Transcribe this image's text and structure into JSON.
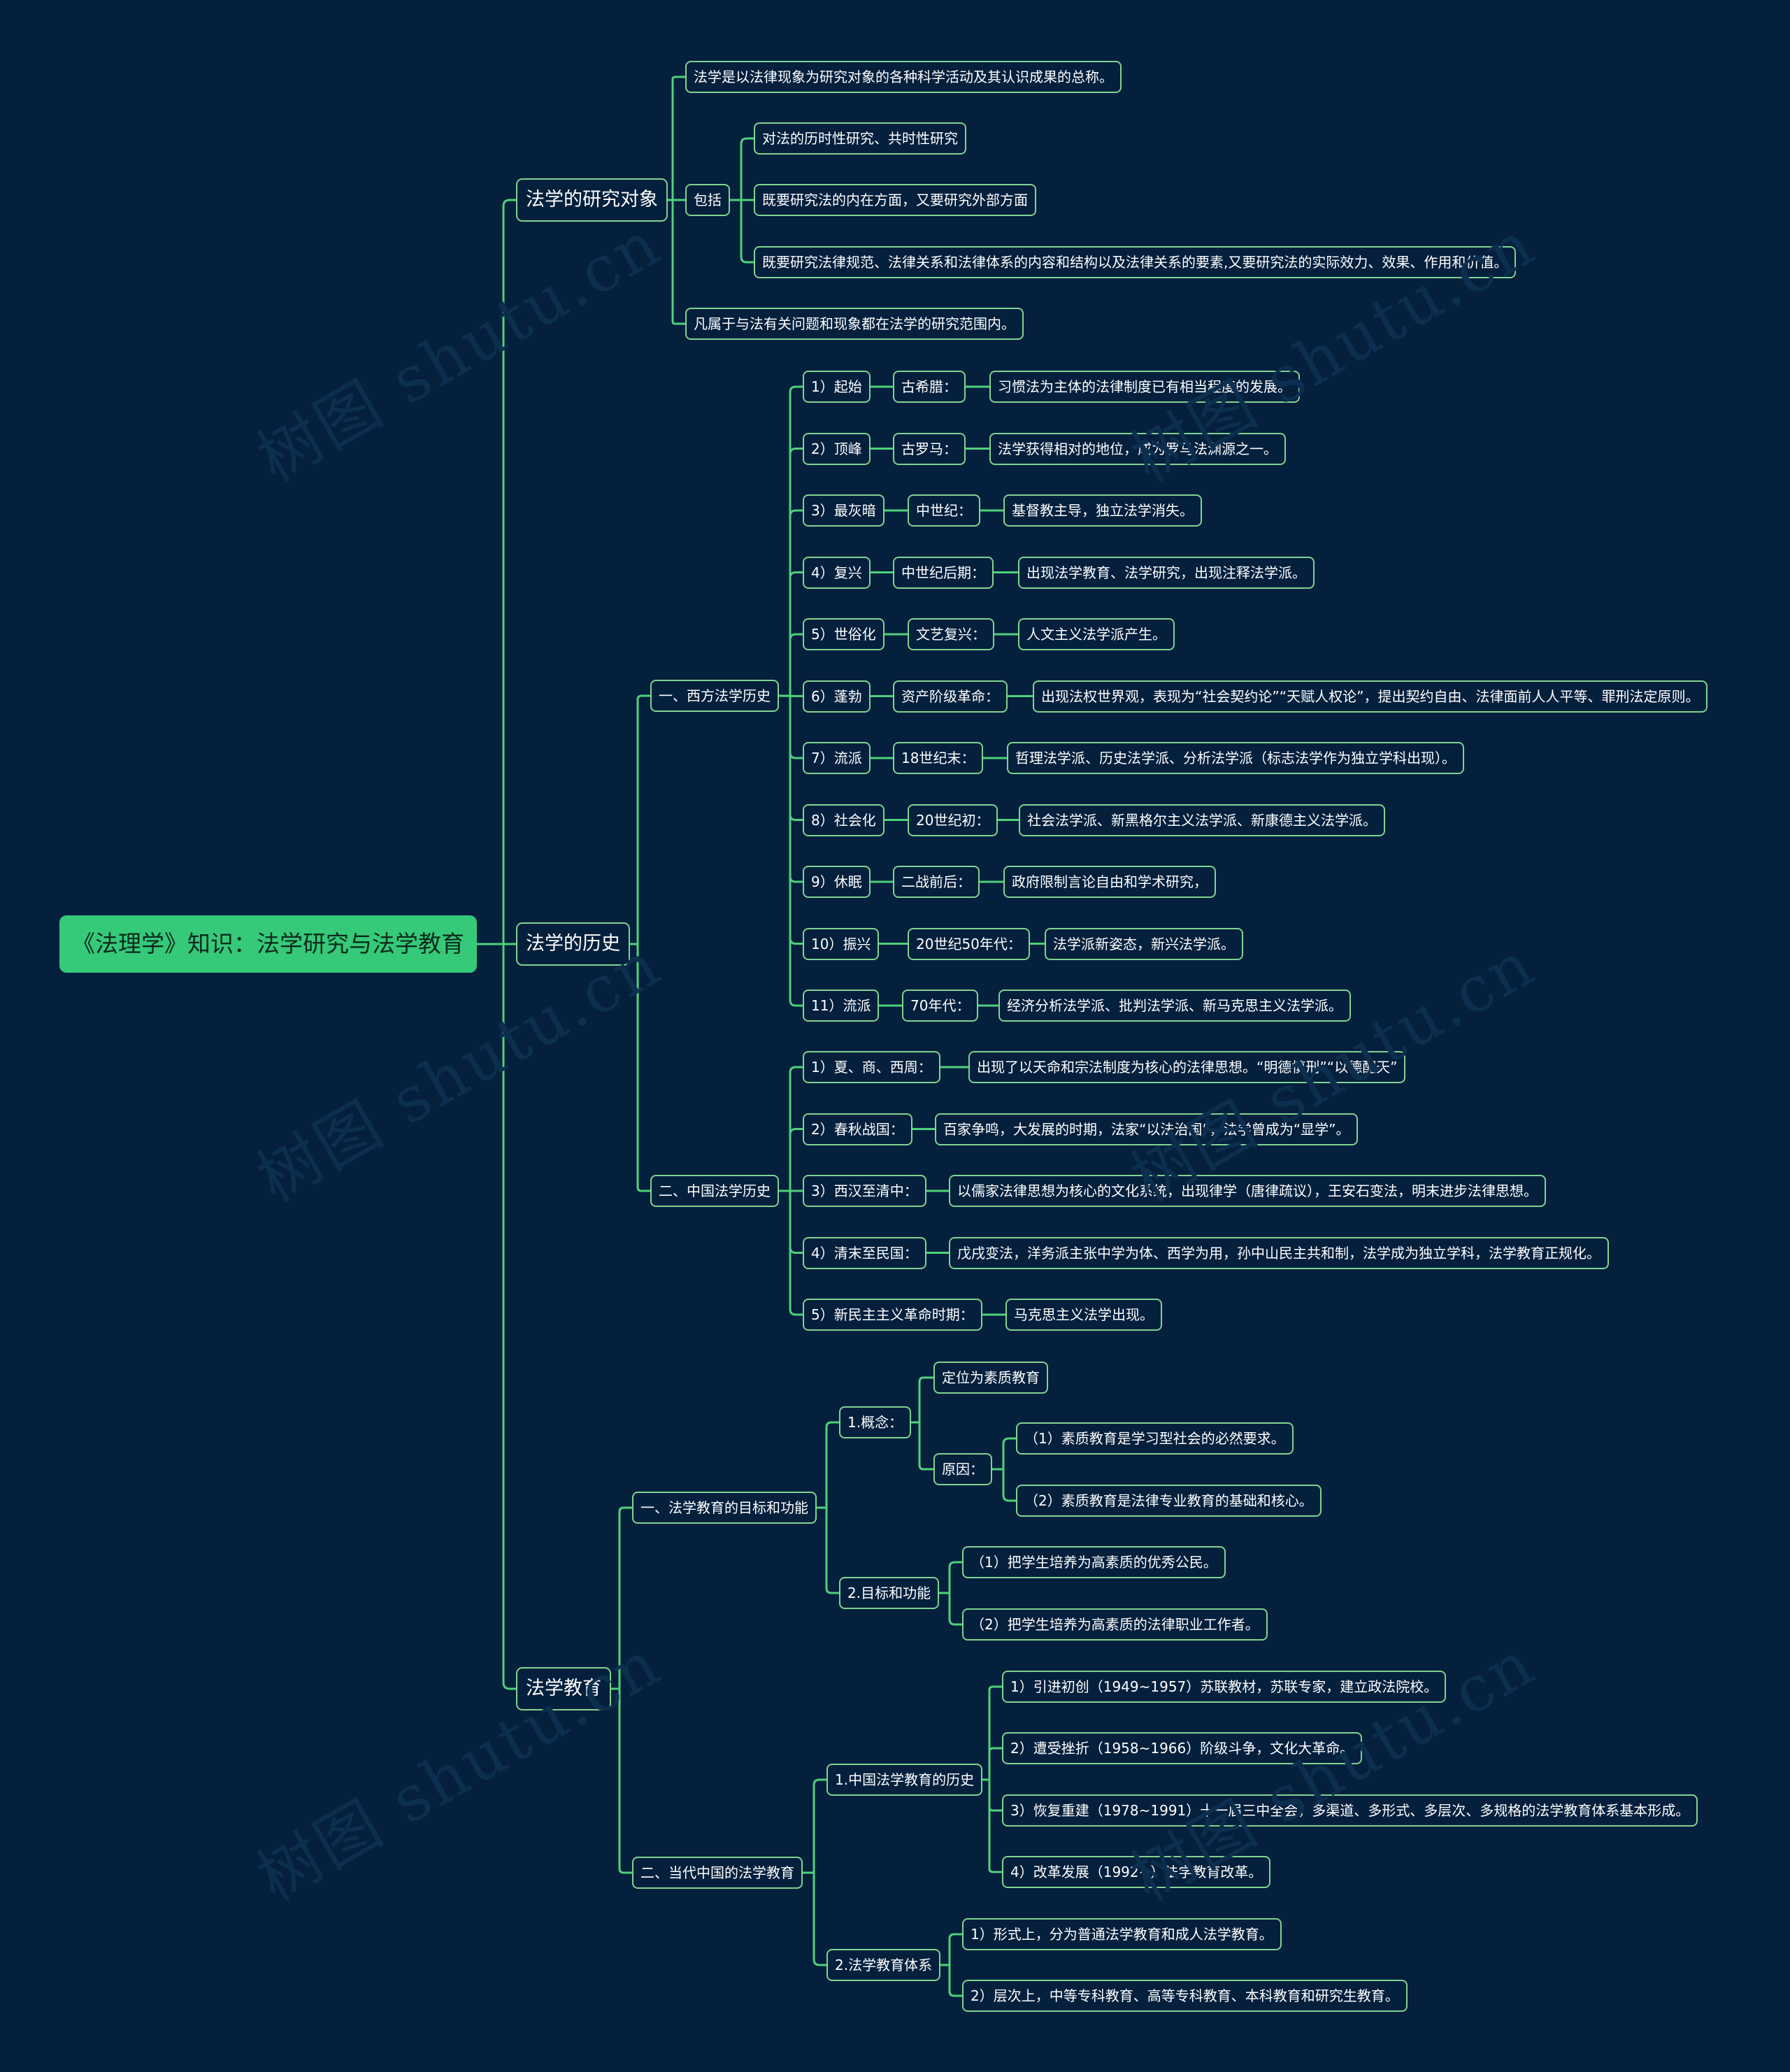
{
  "root": "《法理学》知识：法学研究与法学教育",
  "research_object": {
    "title": "法学的研究对象",
    "definition": "法学是以法律现象为研究对象的各种科学活动及其认识成果的总称。",
    "includes_label": "包括",
    "includes": [
      "对法的历时性研究、共时性研究",
      "既要研究法的内在方面，又要研究外部方面",
      "既要研究法律规范、法律关系和法律体系的内容和结构以及法律关系的要素,又要研究法的实际效力、效果、作用和价值。"
    ],
    "scope": "凡属于与法有关问题和现象都在法学的研究范围内。"
  },
  "history": {
    "title": "法学的历史",
    "western": {
      "title": "一、西方法学历史",
      "stages": [
        {
          "stage": "1）起始",
          "period": "古希腊：",
          "desc": "习惯法为主体的法律制度已有相当程度的发展。"
        },
        {
          "stage": "2）顶峰",
          "period": "古罗马：",
          "desc": "法学获得相对的地位，成为罗马法渊源之一。"
        },
        {
          "stage": "3）最灰暗",
          "period": "中世纪：",
          "desc": "基督教主导，独立法学消失。"
        },
        {
          "stage": "4）复兴",
          "period": "中世纪后期：",
          "desc": "出现法学教育、法学研究，出现注释法学派。"
        },
        {
          "stage": "5）世俗化",
          "period": "文艺复兴：",
          "desc": "人文主义法学派产生。"
        },
        {
          "stage": "6）蓬勃",
          "period": "资产阶级革命：",
          "desc": "出现法权世界观，表现为“社会契约论”“天赋人权论”，提出契约自由、法律面前人人平等、罪刑法定原则。"
        },
        {
          "stage": "7）流派",
          "period": "18世纪末：",
          "desc": "哲理法学派、历史法学派、分析法学派（标志法学作为独立学科出现）。"
        },
        {
          "stage": "8）社会化",
          "period": "20世纪初：",
          "desc": "社会法学派、新黑格尔主义法学派、新康德主义法学派。"
        },
        {
          "stage": "9）休眠",
          "period": "二战前后：",
          "desc": "政府限制言论自由和学术研究，"
        },
        {
          "stage": "10）振兴",
          "period": "20世纪50年代：",
          "desc": "法学派新姿态，新兴法学派。"
        },
        {
          "stage": "11）流派",
          "period": "70年代：",
          "desc": "经济分析法学派、批判法学派、新马克思主义法学派。"
        }
      ]
    },
    "chinese": {
      "title": "二、中国法学历史",
      "stages": [
        {
          "period": "1）夏、商、西周：",
          "desc": "出现了以天命和宗法制度为核心的法律思想。“明德慎刑”“以德配天”"
        },
        {
          "period": "2）春秋战国：",
          "desc": "百家争鸣，大发展的时期，法家“以法治国”，法学曾成为“显学”。"
        },
        {
          "period": "3）西汉至清中：",
          "desc": "以儒家法律思想为核心的文化系统，出现律学（唐律疏议），王安石变法，明末进步法律思想。"
        },
        {
          "period": "4）清末至民国：",
          "desc": "戊戌变法，洋务派主张中学为体、西学为用，孙中山民主共和制，法学成为独立学科，法学教育正规化。"
        },
        {
          "period": "5）新民主主义革命时期：",
          "desc": "马克思主义法学出现。"
        }
      ]
    }
  },
  "education": {
    "title": "法学教育",
    "goals": {
      "title": "一、法学教育的目标和功能",
      "concept": {
        "label": "1.概念：",
        "position": "定位为素质教育",
        "reason_label": "原因：",
        "reasons": [
          "（1）素质教育是学习型社会的必然要求。",
          "（2）素质教育是法律专业教育的基础和核心。"
        ]
      },
      "functions": {
        "label": "2.目标和功能",
        "items": [
          "（1）把学生培养为高素质的优秀公民。",
          "（2）把学生培养为高素质的法律职业工作者。"
        ]
      }
    },
    "contemporary": {
      "title": "二、当代中国的法学教育",
      "history": {
        "label": "1.中国法学教育的历史",
        "items": [
          "1）引进初创（1949~1957）苏联教材，苏联专家，建立政法院校。",
          "2）遭受挫折（1958~1966）阶级斗争，文化大革命。",
          "3）恢复重建（1978~1991）十一届三中全会，多渠道、多形式、多层次、多规格的法学教育体系基本形成。",
          "4）改革发展（1992~）法学教育改革。"
        ]
      },
      "system": {
        "label": "2.法学教育体系",
        "items": [
          "1）形式上，分为普通法学教育和成人法学教育。",
          "2）层次上，中等专科教育、高等专科教育、本科教育和研究生教育。"
        ]
      }
    }
  },
  "watermark": "树图 shutu.cn",
  "colors": {
    "background": "#04203d",
    "line": "#4fd17a",
    "node_border": "#7fd48f",
    "root_fill": "#35c979",
    "text": "#ffffff"
  }
}
